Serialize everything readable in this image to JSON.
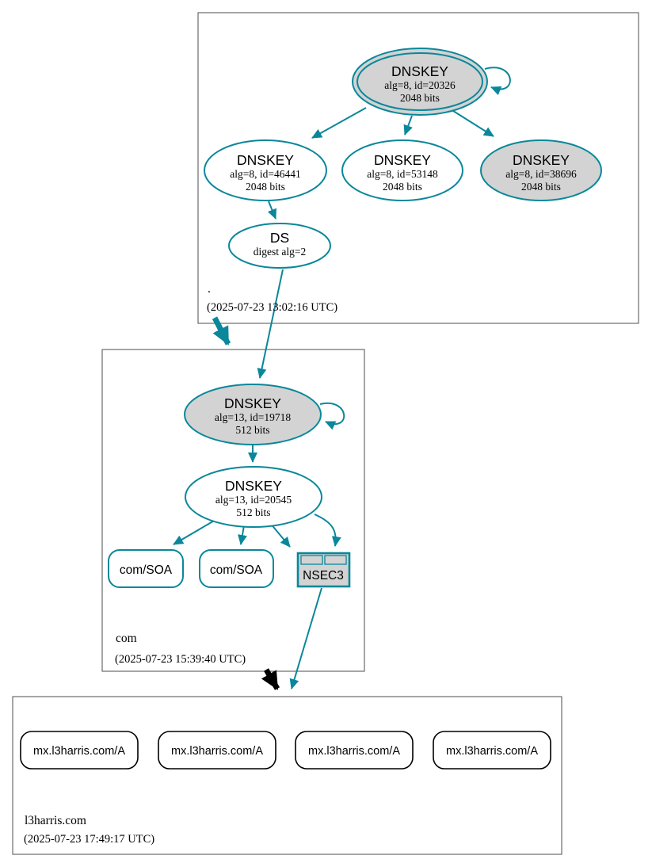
{
  "colors": {
    "secure_teal": "#0a879a",
    "node_fill_gray": "#d3d3d3",
    "node_fill_white": "#ffffff",
    "insecure_black": "#000000",
    "zone_border_gray": "#4d4d4d"
  },
  "zones": {
    "root": {
      "label": ".",
      "timestamp": "(2025-07-23 13:02:16 UTC)",
      "nodes": {
        "ksk20326": {
          "title": "DNSKEY",
          "detail": "alg=8, id=20326",
          "size": "2048 bits"
        },
        "key46441": {
          "title": "DNSKEY",
          "detail": "alg=8, id=46441",
          "size": "2048 bits"
        },
        "key53148": {
          "title": "DNSKEY",
          "detail": "alg=8, id=53148",
          "size": "2048 bits"
        },
        "key38696": {
          "title": "DNSKEY",
          "detail": "alg=8, id=38696",
          "size": "2048 bits"
        },
        "ds": {
          "title": "DS",
          "detail": "digest alg=2"
        }
      }
    },
    "com": {
      "label": "com",
      "timestamp": "(2025-07-23 15:39:40 UTC)",
      "nodes": {
        "ksk19718": {
          "title": "DNSKEY",
          "detail": "alg=13, id=19718",
          "size": "512 bits"
        },
        "zsk20545": {
          "title": "DNSKEY",
          "detail": "alg=13, id=20545",
          "size": "512 bits"
        },
        "soa1": {
          "label": "com/SOA"
        },
        "soa2": {
          "label": "com/SOA"
        },
        "nsec3": {
          "label": "NSEC3"
        }
      }
    },
    "l3harris": {
      "label": "l3harris.com",
      "timestamp": "(2025-07-23 17:49:17 UTC)",
      "nodes": {
        "a1": {
          "label": "mx.l3harris.com/A"
        },
        "a2": {
          "label": "mx.l3harris.com/A"
        },
        "a3": {
          "label": "mx.l3harris.com/A"
        },
        "a4": {
          "label": "mx.l3harris.com/A"
        }
      }
    }
  }
}
